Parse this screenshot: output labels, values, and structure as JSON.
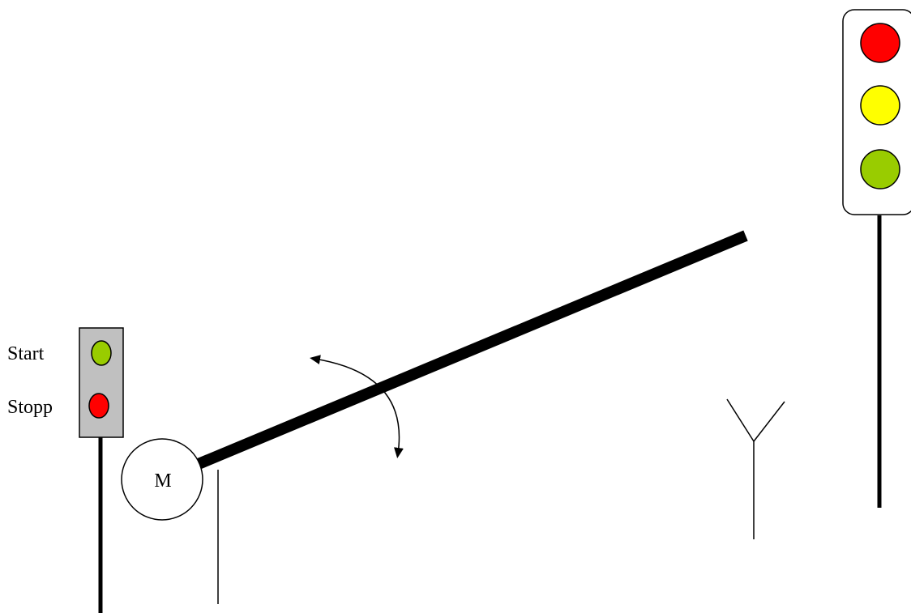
{
  "control_panel": {
    "start_label": "Start",
    "stop_label": "Stopp",
    "start_color": "#99cc00",
    "stop_color": "#ff0000",
    "housing_color": "#c0c0c0"
  },
  "motor": {
    "label": "M"
  },
  "traffic_light": {
    "red": "#ff0000",
    "yellow": "#ffff00",
    "green": "#99cc00"
  },
  "icons": {
    "rotation_arrow": "double-arrow-arc-icon",
    "antenna": "antenna-icon"
  }
}
